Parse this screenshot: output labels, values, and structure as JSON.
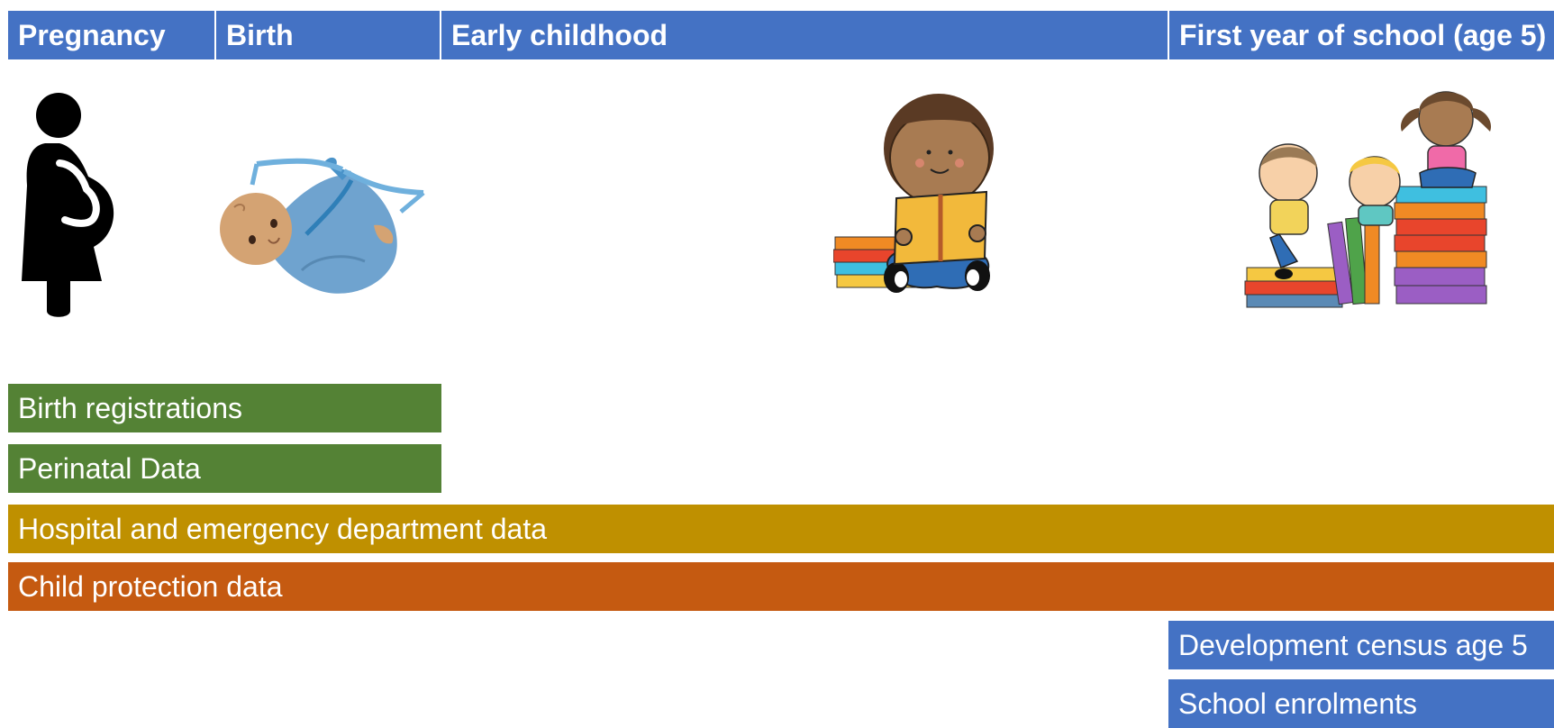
{
  "stages": [
    "Pregnancy",
    "Birth",
    "Early childhood",
    "First year of school (age 5)"
  ],
  "bars": [
    "Birth registrations",
    "Perinatal Data",
    "Hospital and emergency department data",
    "Child protection data",
    "Development census age 5",
    "School enrolments"
  ],
  "icons": [
    "pregnant-woman-icon",
    "swaddled-baby-icon",
    "child-reading-icon",
    "children-on-books-icon"
  ],
  "colors": {
    "stage_header": "#4472c4",
    "birth_data": "#548235",
    "hospital_data": "#bf9000",
    "child_protection": "#c55a11",
    "school_data": "#4472c4"
  }
}
